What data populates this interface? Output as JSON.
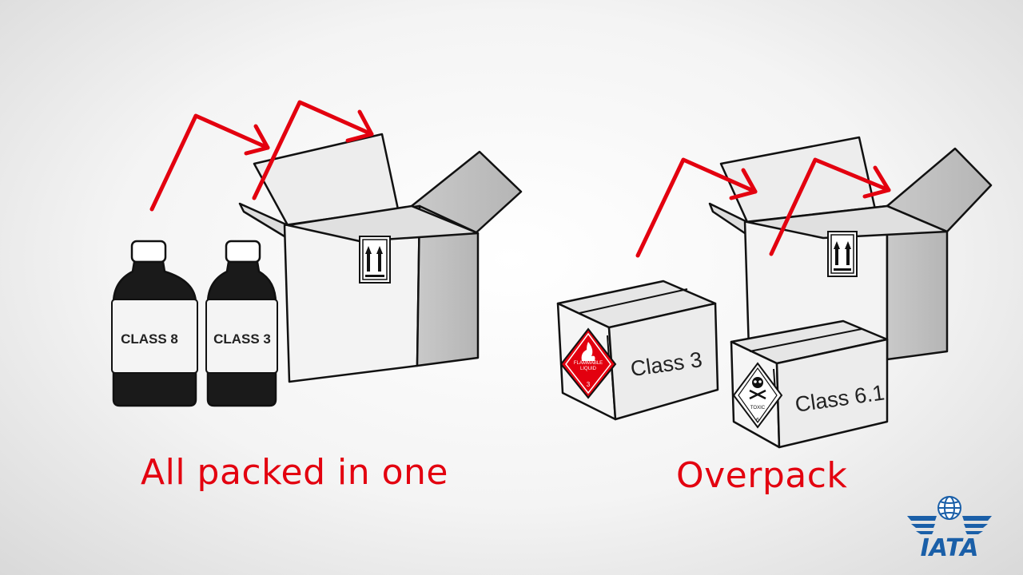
{
  "left_panel": {
    "bottles": [
      {
        "label": "CLASS 8"
      },
      {
        "label": "CLASS 3"
      }
    ],
    "caption": "All packed in one"
  },
  "right_panel": {
    "packages": [
      {
        "label": "Class 3",
        "hazard_label": {
          "line1": "FLAMMABLE",
          "line2": "LIQUID",
          "class": "3",
          "color": "#e3000f",
          "icon": "flame-icon"
        }
      },
      {
        "label": "Class 6.1",
        "hazard_label": {
          "line1": "TOXIC",
          "class": "6",
          "color": "#ffffff",
          "icon": "skull-icon"
        }
      }
    ],
    "caption": "Overpack"
  },
  "logo": {
    "text": "IATA",
    "color": "#1a5fa8"
  },
  "colors": {
    "accent": "#e3000f",
    "ink": "#111111"
  }
}
